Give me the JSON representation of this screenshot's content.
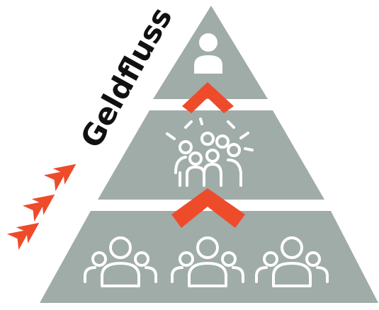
{
  "diagram": {
    "label": "Geldfluss",
    "colors": {
      "tier": "#a0aca8",
      "accent": "#ee4b2b",
      "text": "#111111",
      "icon": "#ffffff"
    },
    "tiers": [
      {
        "name": "top",
        "icon": "single-person-icon"
      },
      {
        "name": "middle",
        "icon": "group-icon"
      },
      {
        "name": "bottom",
        "icon": "three-groups-icon"
      }
    ]
  }
}
